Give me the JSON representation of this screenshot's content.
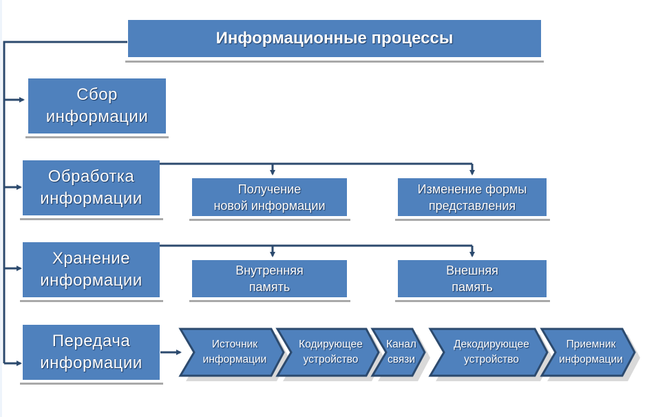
{
  "title": "Информационные процессы",
  "colors": {
    "box_fill": "#4f81bd",
    "connector": "#2c4a6e",
    "underline": "#a9a9a9",
    "text": "#ffffff"
  },
  "processes": [
    {
      "line1": "Сбор",
      "line2": "информации"
    },
    {
      "line1": "Обработка",
      "line2": "информации",
      "children": [
        {
          "line1": "Получение",
          "line2": "новой информации"
        },
        {
          "line1": "Изменение формы",
          "line2": "представления"
        }
      ]
    },
    {
      "line1": "Хранение",
      "line2": "информации",
      "children": [
        {
          "line1": "Внутренняя",
          "line2": "память"
        },
        {
          "line1": "Внешняя",
          "line2": "память"
        }
      ]
    },
    {
      "line1": "Передача",
      "line2": "информации"
    }
  ],
  "transmission_chain": [
    {
      "line1": "Источник",
      "line2": "информации"
    },
    {
      "line1": "Кодирующее",
      "line2": "устройство"
    },
    {
      "line1": "Канал",
      "line2": "связи"
    },
    {
      "line1": "Декодирующее",
      "line2": "устройство"
    },
    {
      "line1": "Приемник",
      "line2": "информации"
    }
  ]
}
